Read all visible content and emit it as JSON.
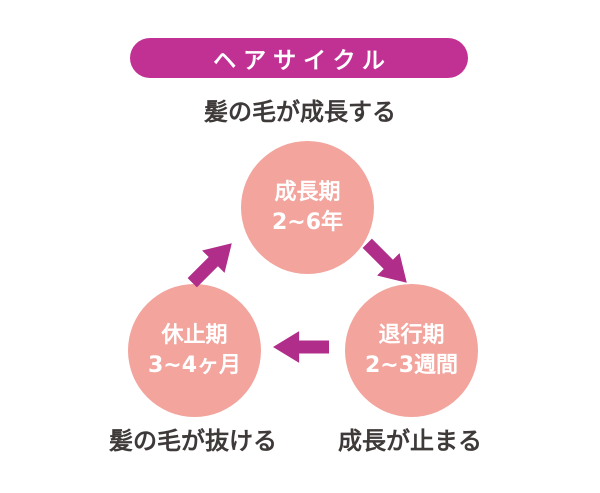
{
  "title": "ヘアサイクル",
  "colors": {
    "banner": "#c13093",
    "arrow": "#b02d8a",
    "circle": "#f2a49d",
    "text_dark": "#3e3a39",
    "text_light": "#ffffff",
    "background": "#ffffff"
  },
  "outer_labels": {
    "top": "髪の毛が成長する",
    "bottom_left": "髪の毛が抜ける",
    "bottom_right": "成長が止まる"
  },
  "stages": [
    {
      "name": "成長期",
      "duration": "2~6年",
      "position": "top"
    },
    {
      "name": "退行期",
      "duration": "2~3週間",
      "position": "bottom-right"
    },
    {
      "name": "休止期",
      "duration": "3~4ヶ月",
      "position": "bottom-left"
    }
  ],
  "arrows": [
    {
      "from": "休止期",
      "to": "成長期",
      "direction": "up-right"
    },
    {
      "from": "成長期",
      "to": "退行期",
      "direction": "down-right"
    },
    {
      "from": "退行期",
      "to": "休止期",
      "direction": "left"
    }
  ]
}
